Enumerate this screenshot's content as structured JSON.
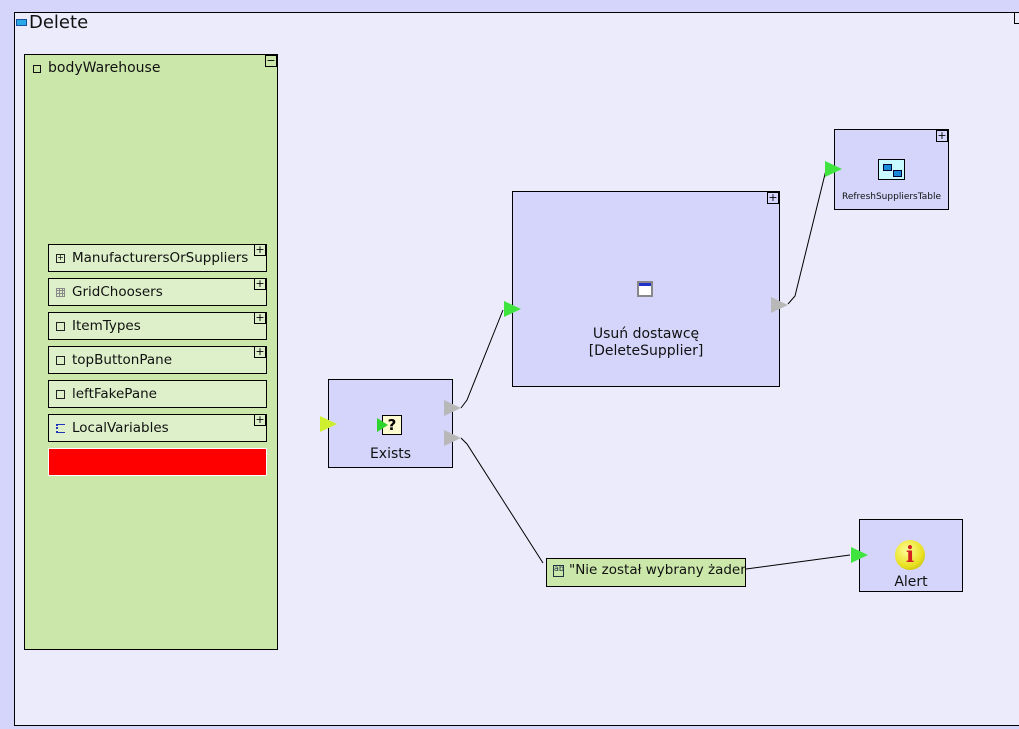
{
  "diagram": {
    "title": "Delete",
    "container": {
      "label": "bodyWarehouse",
      "toggle": "−",
      "children": [
        {
          "label": "ManufacturersOrSuppliers",
          "icon": "plus-box-icon",
          "toggle": "+"
        },
        {
          "label": "GridChoosers",
          "icon": "grid-icon",
          "toggle": "+"
        },
        {
          "label": "ItemTypes",
          "icon": "square-icon",
          "toggle": "+"
        },
        {
          "label": "topButtonPane",
          "icon": "square-icon",
          "toggle": "+"
        },
        {
          "label": "leftFakePane",
          "icon": "square-icon",
          "toggle": ""
        },
        {
          "label": "LocalVariables",
          "icon": "variables-icon",
          "toggle": "+"
        }
      ],
      "error_color": "#ff0000"
    },
    "nodes": {
      "exists": {
        "label": "Exists",
        "icon": "question-icon"
      },
      "delete_supplier": {
        "line1": "Usuń dostawcę",
        "line2": "[DeleteSupplier]",
        "icon": "window-icon",
        "toggle": "+"
      },
      "refresh": {
        "label": "RefreshSuppliersTable",
        "icon": "subflow-icon",
        "toggle": "+"
      },
      "message": {
        "label": "\"Nie został wybrany żaden",
        "icon": "text-icon"
      },
      "alert": {
        "label": "Alert",
        "icon": "info-icon"
      }
    },
    "colors": {
      "background": "#d5d5fb",
      "canvas": "#ebebfc",
      "node": "#d5d5fb",
      "container": "#cbe8aa",
      "port_in": "#3fe43f",
      "port_start": "#cdef2e",
      "port_out": "#b8b8b8"
    }
  }
}
